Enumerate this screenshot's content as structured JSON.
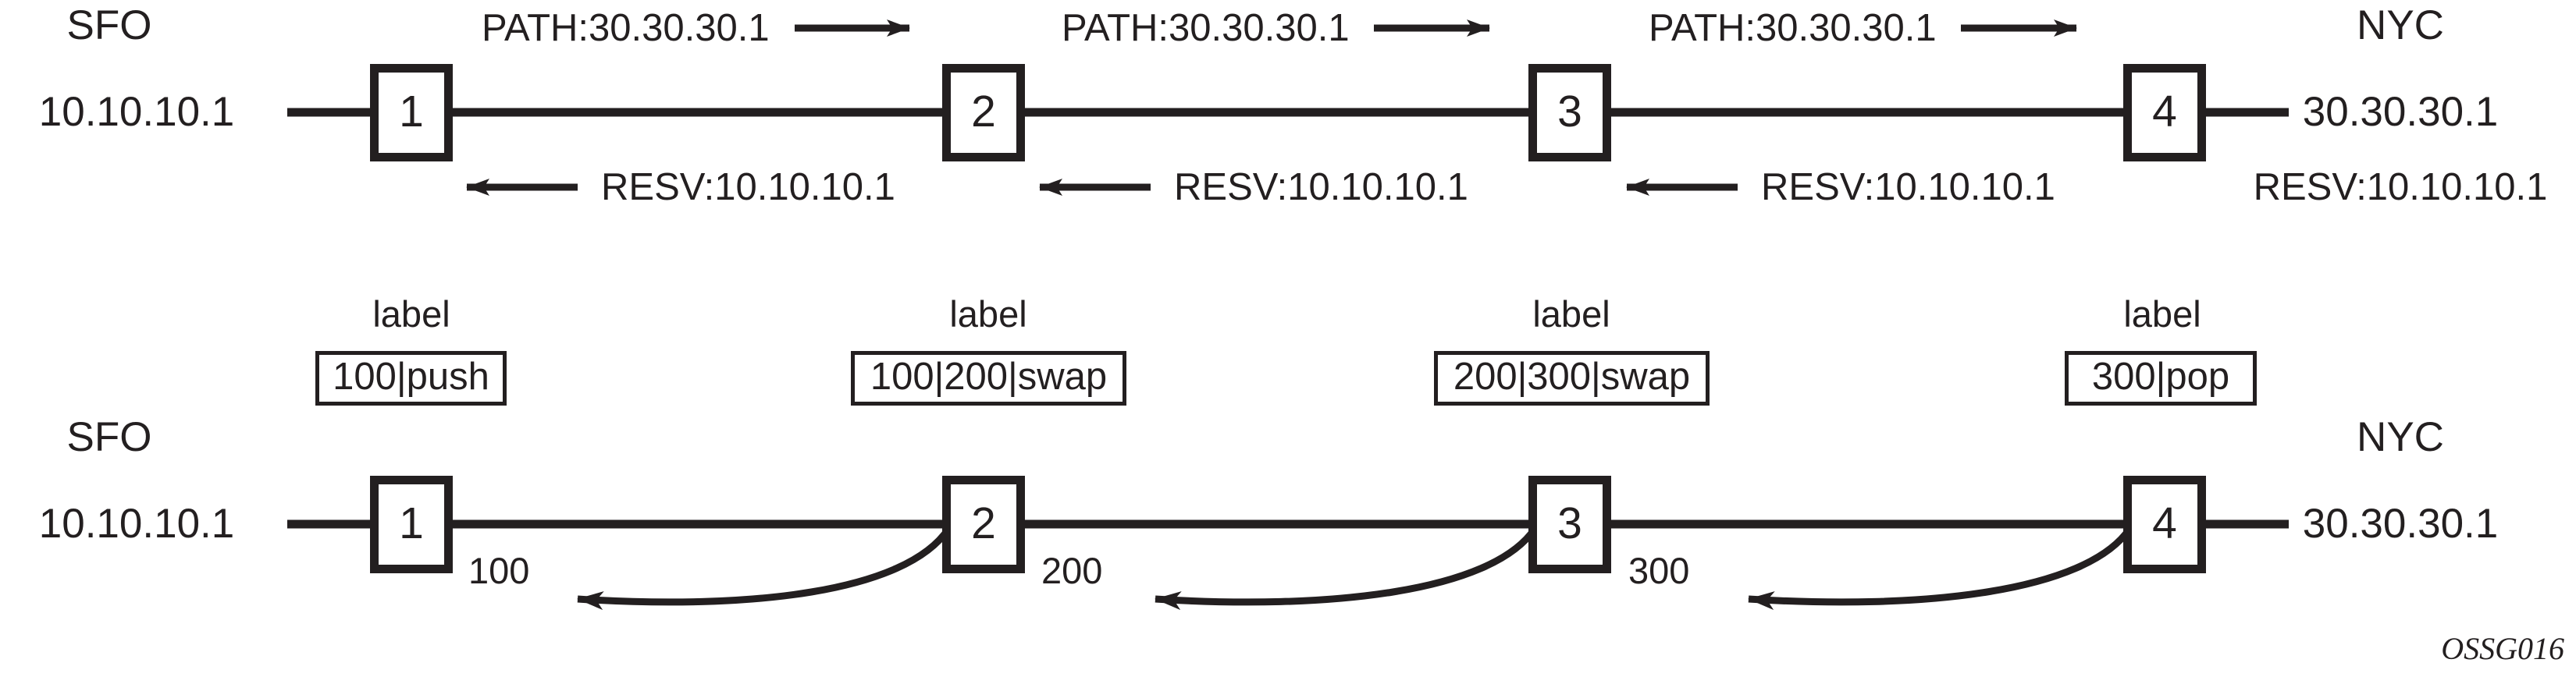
{
  "figure": {
    "id_watermark": "OSSG016",
    "stroke_color": "#231f20",
    "background_color": "#ffffff"
  },
  "top_diagram": {
    "left_endpoint": {
      "site": "SFO",
      "address": "10.10.10.1"
    },
    "right_endpoint": {
      "site": "NYC",
      "address": "30.30.30.1",
      "resv_note": "RESV:10.10.10.1"
    },
    "nodes": [
      {
        "id": "1"
      },
      {
        "id": "2"
      },
      {
        "id": "3"
      },
      {
        "id": "4"
      }
    ],
    "links": [
      {
        "from": "1",
        "to": "2",
        "forward_message": "PATH:30.30.30.1",
        "forward_arrow": "arrow-right-icon",
        "reverse_message": "RESV:10.10.10.1",
        "reverse_arrow": "arrow-left-icon"
      },
      {
        "from": "2",
        "to": "3",
        "forward_message": "PATH:30.30.30.1",
        "forward_arrow": "arrow-right-icon",
        "reverse_message": "RESV:10.10.10.1",
        "reverse_arrow": "arrow-left-icon"
      },
      {
        "from": "3",
        "to": "4",
        "forward_message": "PATH:30.30.30.1",
        "forward_arrow": "arrow-right-icon",
        "reverse_message": "RESV:10.10.10.1",
        "reverse_arrow": "arrow-left-icon"
      }
    ]
  },
  "bottom_diagram": {
    "left_endpoint": {
      "site": "SFO",
      "address": "10.10.10.1"
    },
    "right_endpoint": {
      "site": "NYC",
      "address": "30.30.30.1"
    },
    "label_caption": "label",
    "nodes": [
      {
        "id": "1",
        "label_operation": "100|push",
        "advertised_label": "100"
      },
      {
        "id": "2",
        "label_operation": "100|200|swap",
        "advertised_label": "200"
      },
      {
        "id": "3",
        "label_operation": "200|300|swap",
        "advertised_label": "300"
      },
      {
        "id": "4",
        "label_operation": "300|pop",
        "advertised_label": ""
      }
    ],
    "label_distribution_arrows": [
      {
        "from_node": "2",
        "to_node": "1",
        "label_value": "100",
        "direction": "right-to-left"
      },
      {
        "from_node": "3",
        "to_node": "2",
        "label_value": "200",
        "direction": "right-to-left"
      },
      {
        "from_node": "4",
        "to_node": "3",
        "label_value": "300",
        "direction": "right-to-left"
      }
    ]
  }
}
